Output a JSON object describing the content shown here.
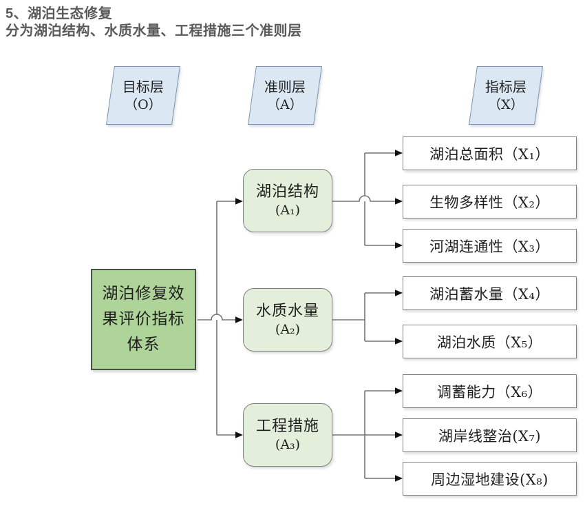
{
  "header": {
    "title": "5、湖泊生态修复",
    "subtitle": "分为湖泊结构、水质水量、工程措施三个准则层"
  },
  "layers": [
    {
      "label": "目标层",
      "code": "（O）"
    },
    {
      "label": "准则层",
      "code": "（A）"
    },
    {
      "label": "指标层",
      "code": "（X）"
    }
  ],
  "goal": {
    "label": "湖泊修复效果评价指标体系"
  },
  "criteria": [
    {
      "label": "湖泊结构",
      "code": "(A₁)"
    },
    {
      "label": "水质水量",
      "code": "(A₂)"
    },
    {
      "label": "工程措施",
      "code": "(A₃)"
    }
  ],
  "indicators": [
    {
      "label": "湖泊总面积（X₁）"
    },
    {
      "label": "生物多样性（X₂）"
    },
    {
      "label": "河湖连通性（X₃）"
    },
    {
      "label": "湖泊蓄水量（X₄）"
    },
    {
      "label": "湖泊水质（X₅）"
    },
    {
      "label": "调蓄能力（X₆）"
    },
    {
      "label": "湖岸线整治(X₇)"
    },
    {
      "label": "周边湿地建设(X₈)"
    }
  ],
  "colors": {
    "title_gray": "#595959",
    "layer_blue_fill": "#dbe8f4",
    "layer_blue_border": "#7d93ad",
    "goal_green_fill": "#afd49a",
    "criteria_green_fill": "#e3efda",
    "box_border_gray": "#7f7f7f",
    "line_gray": "#737373",
    "arrow_black": "#111111"
  }
}
